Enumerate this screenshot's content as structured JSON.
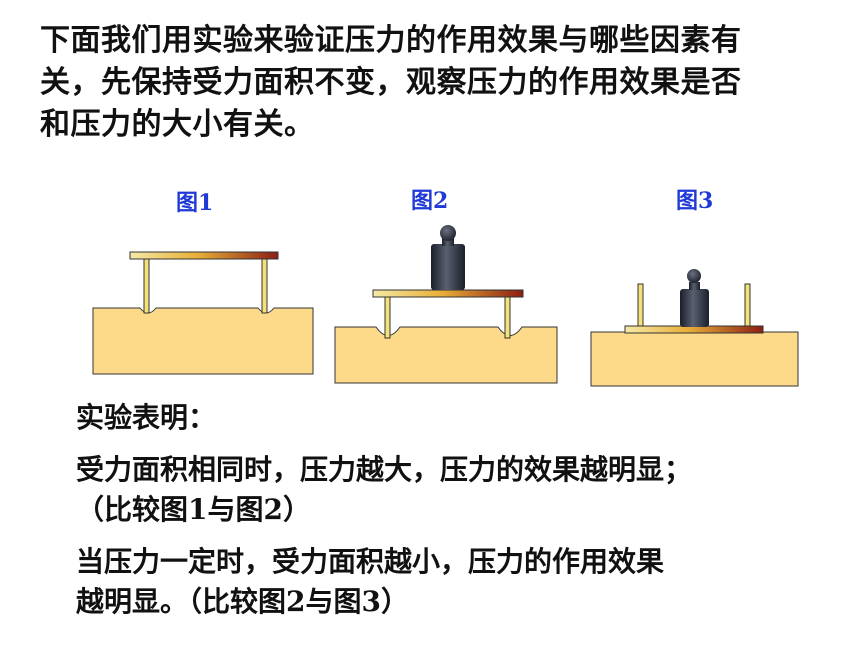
{
  "intro": {
    "line1": "下面我们用实验来验证压力的作用效果与哪些因素有",
    "line2": "关，先保持受力面积不变，观察压力的作用效果是否",
    "line3": "和压力的大小有关。"
  },
  "figures": {
    "fig1_label": "图1",
    "fig2_label": "图2",
    "fig3_label": "图3"
  },
  "conclusion": {
    "heading": "实验表明：",
    "point1_line1": "受力面积相同时，压力越大，压力的效果越明显；",
    "point1_line2": "（比较图1与图2）",
    "point2_line1": "当压力一定时，受力面积越小，压力的作用效果",
    "point2_line2": "越明显。（比较图2与图3）"
  },
  "colors": {
    "sand": "#fdd98a",
    "table_top": "#f5e9a6",
    "table_bottom": "#8b1e12",
    "weight": "#2b3140",
    "label_blue": "#1f3ad6"
  }
}
